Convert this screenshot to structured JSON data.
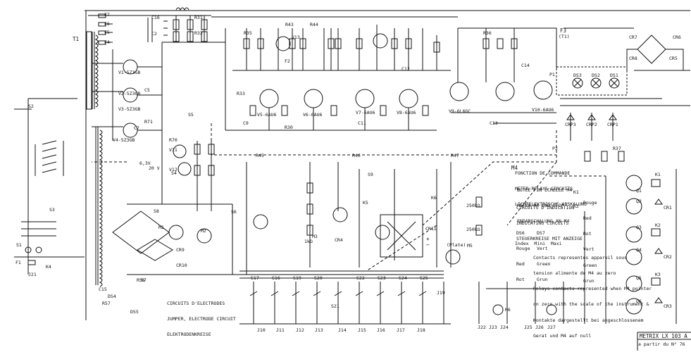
{
  "title_block": {
    "model": "METRIX  LX 103 A",
    "validity": "a partir du N° 76"
  },
  "note_command": {
    "line1": "FONCTION DE COMMANDE",
    "line2": "METER RELAYS CIRCUITS",
    "line3": "LICHTELEKTRISCHE ABSKALUNG"
  },
  "note_stop": {
    "line1": "BUTEE FIN ECHELLE M4",
    "line2": "METER M4 END STOP",
    "line3": "ENDABSCHALUNG AN M4"
  },
  "note_indication": {
    "line1": "CIRCUITS D'INDICATION",
    "line2": "INDICATING CIRCUITS",
    "line3": "STEUERKREISE MIT ANZEIGE"
  },
  "note_electrodes": {
    "line1": "CIRCUITS D'ELECTRODES",
    "line2": "JUMPER, ELECTRODE CIRCUIT",
    "line3": "ELEKTRODENKREISE"
  },
  "note_contacts": {
    "line1": "Contacts representes appareil sous",
    "line2": "tension alimente de M4 au zero",
    "line3": "Relays contacts represented when M4 pointer",
    "line4": "on zero with the scale of the instrument &",
    "line5": "Kontakte dargestellt bei angeschlossenem",
    "line6": "Gerat und M4 auf null"
  },
  "legend_ds6": {
    "id": "DS6",
    "l1": "Rouge",
    "l2": "Red",
    "l3": "Rot"
  },
  "legend_ds7": {
    "id": "DS7",
    "l1": "Vert",
    "l2": "Green",
    "l3": "Grun"
  },
  "legend_index": {
    "min": "Index  Mini  Maxi"
  },
  "legend_k": {
    "k1": "K1",
    "k2": "K2",
    "rouge": "Rouge",
    "red": "Red",
    "rot": "Rot",
    "vert": "Vert",
    "green": "Green",
    "grun": "Grun"
  },
  "labels": {
    "t1": "T1",
    "f7": "F7",
    "f6": "F6",
    "f5": "F5",
    "f4": "F4",
    "v1": "V1-5Z3GB",
    "v2": "V2-5Z3GB",
    "v3": "V3-5Z3GB",
    "v4": "V4-5Z3GB",
    "v5": "V5-6AU6",
    "v6": "V6-6AU6",
    "v7": "V7-6AU6",
    "v8": "V8-6AU6",
    "v9": "V9-6L6GC",
    "v10": "V10-6AU6",
    "v11": "V11",
    "v12": "V12",
    "v13": "V13",
    "c16": "C16",
    "c2": "C2",
    "c9": "C9",
    "c11": "C11",
    "c12": "C12",
    "c13": "C13",
    "c14": "C14",
    "c7": "C7",
    "c5": "C5",
    "c15": "C15",
    "r30": "R30",
    "r31": "R31",
    "r32": "R32",
    "r33": "R33",
    "r35": "R35",
    "r36": "R36",
    "r37": "R37",
    "r43": "R43",
    "r44": "R44",
    "r45": "R45",
    "r46": "R46",
    "r47": "R47",
    "r56": "R56",
    "r57": "R57",
    "r70": "R70",
    "r71": "R71",
    "s1": "S1",
    "s2": "S2",
    "s3": "S3",
    "s4": "S4",
    "s5": "S5",
    "s6": "S6",
    "s7": "S7",
    "s8": "S8",
    "s9": "S9",
    "m1": "M1",
    "m2": "M2",
    "m3": "M3",
    "m4": "M4",
    "m5": "M5",
    "m6": "M6",
    "k1": "K1",
    "k2": "K2",
    "k3": "K3",
    "k4": "K4",
    "k5": "K5",
    "k6": "K6",
    "q1": "Q1",
    "q2": "Q2",
    "q3": "Q3",
    "q4": "Q4",
    "q5": "Q5",
    "q6": "Q6",
    "cr1": "CR1",
    "cr2": "CR2",
    "cr3": "CR3",
    "cr4": "CR4",
    "cr5": "CR5",
    "cr6": "CR6",
    "cr7": "CR7",
    "cr8": "CR8",
    "cr9": "CR9",
    "cr10": "CR10",
    "cr11": "CR11",
    "crp1": "CRP1",
    "crp2": "CRP2",
    "crp3": "CRP3",
    "ds1": "DS1",
    "ds2": "DS2",
    "ds3": "DS3",
    "ds4": "DS4",
    "ds5": "DS5",
    "j10": "J10",
    "j11": "J11",
    "j12": "J12",
    "j13": "J13",
    "j14": "J14",
    "j15": "J15",
    "j16": "J16",
    "j17": "J17",
    "j18": "J18",
    "j19": "J19",
    "j21": "J21",
    "j22": "J22",
    "j23": "J23",
    "j24": "J24",
    "j25": "J25",
    "j26": "J26",
    "j27": "J27",
    "s17": "S17",
    "s16": "S16",
    "s19": "S19",
    "s20": "S20",
    "s21": "S21",
    "s22": "S22",
    "s23": "S23",
    "s24": "S24",
    "s25": "S25",
    "f3": "F3",
    "f2": "F2",
    "f1": "F1",
    "p1": "P1",
    "p2": "P2",
    "f3_sub": "(T1)",
    "f1_sub": "F1",
    "plate": "(Plate)",
    "minus": "–",
    "plus": "+",
    "v_20": "20 V",
    "v_63": "6,3V",
    "ohm_250k_a": "250kΩ",
    "ohm_250k_b": "250kΩ",
    "ohm_1k": "1kΩ"
  }
}
